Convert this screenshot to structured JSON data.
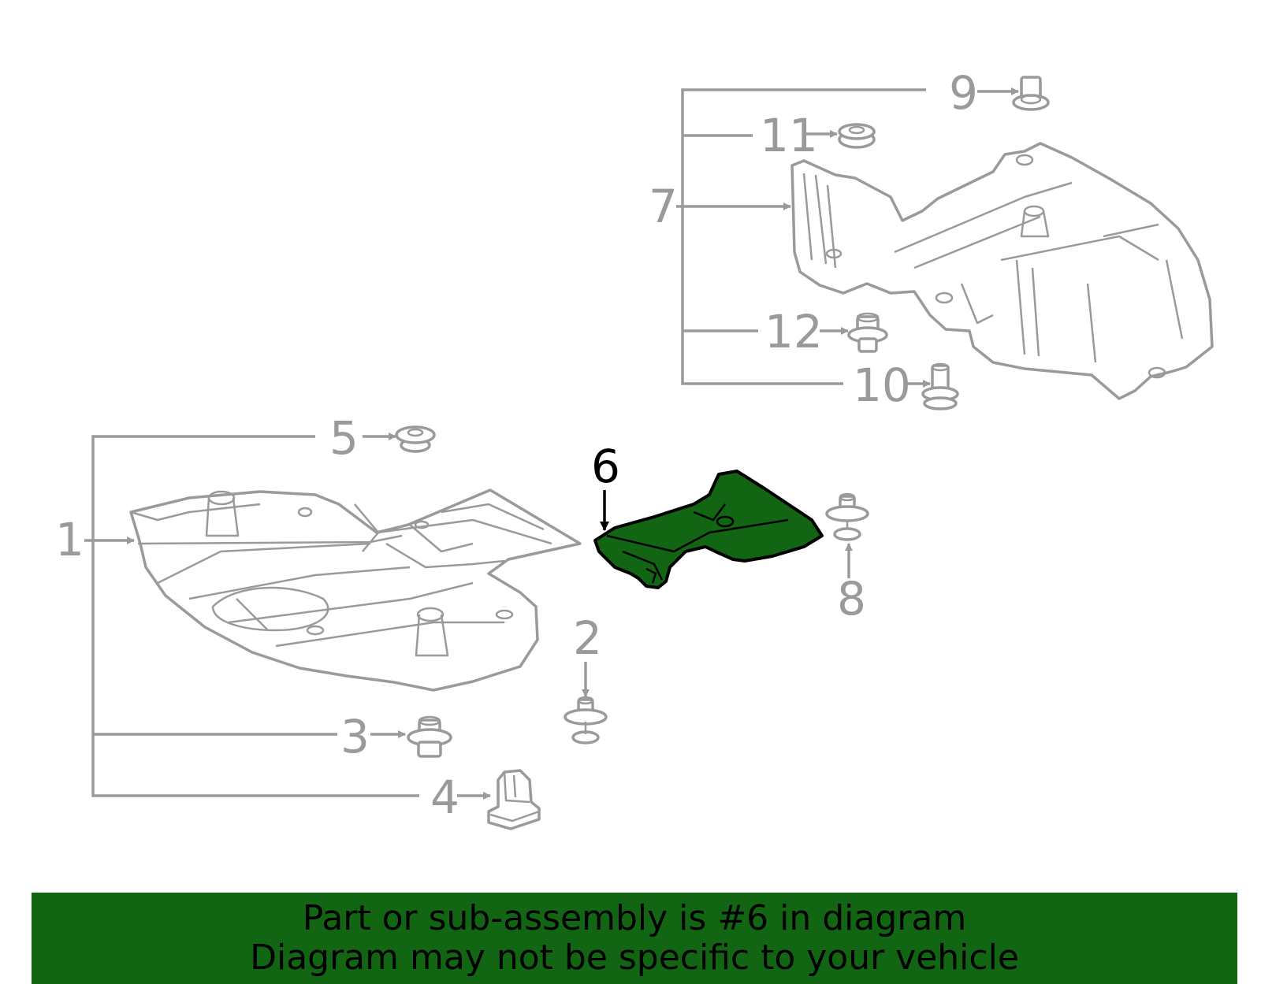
{
  "callouts": [
    {
      "id": "1",
      "label": "1"
    },
    {
      "id": "2",
      "label": "2"
    },
    {
      "id": "3",
      "label": "3"
    },
    {
      "id": "4",
      "label": "4"
    },
    {
      "id": "5",
      "label": "5"
    },
    {
      "id": "6",
      "label": "6"
    },
    {
      "id": "7",
      "label": "7"
    },
    {
      "id": "8",
      "label": "8"
    },
    {
      "id": "9",
      "label": "9"
    },
    {
      "id": "10",
      "label": "10"
    },
    {
      "id": "11",
      "label": "11"
    },
    {
      "id": "12",
      "label": "12"
    }
  ],
  "highlighted_part": "6",
  "colors": {
    "highlight_fill": "#126512",
    "line_gray": "#9a9a9a",
    "banner_bg": "#126512",
    "banner_text": "#000000"
  },
  "banner": {
    "line1": "Part or sub-assembly is #6 in diagram",
    "line2": "Diagram may not be specific to your vehicle"
  }
}
